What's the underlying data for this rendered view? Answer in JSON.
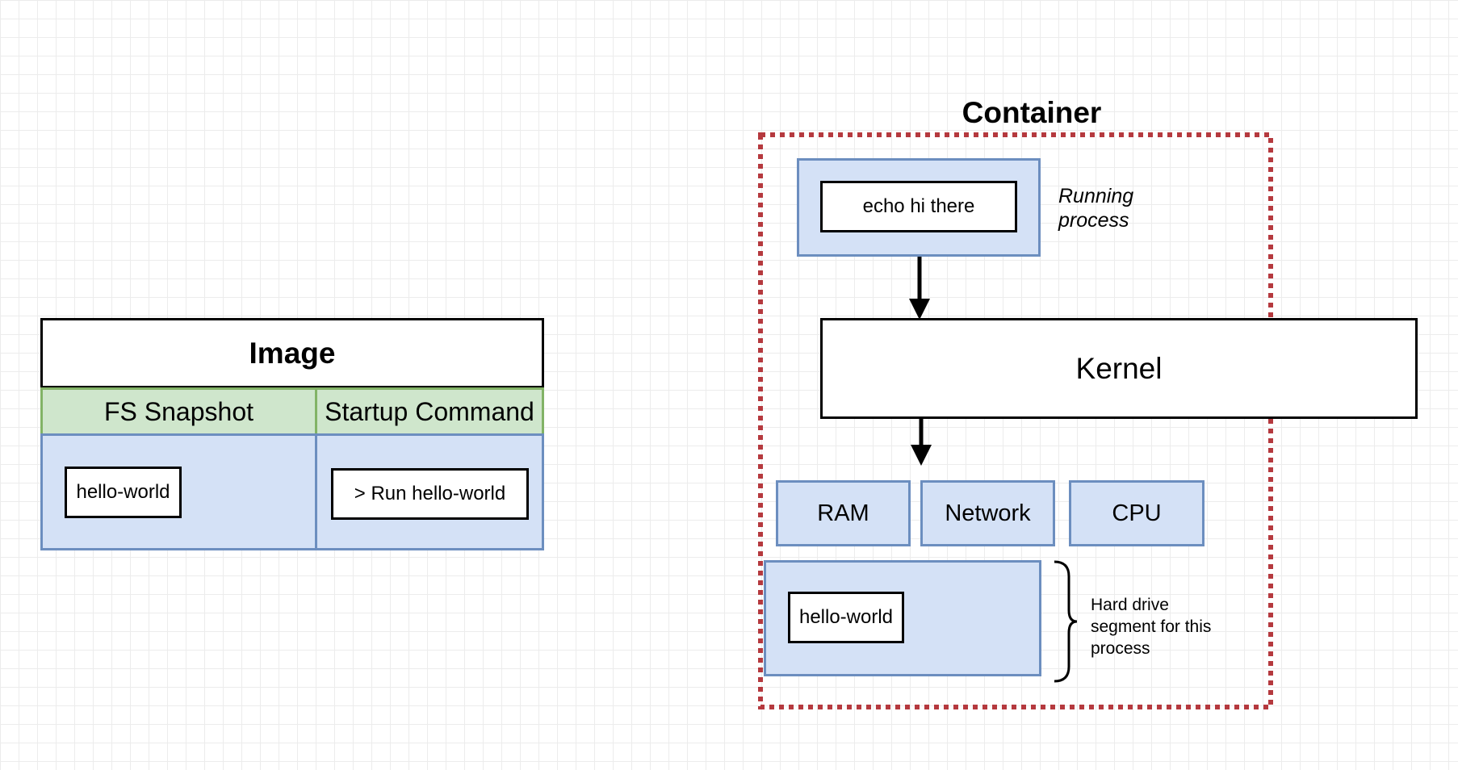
{
  "image": {
    "title": "Image",
    "fs_snapshot_label": "FS Snapshot",
    "startup_command_label": "Startup Command",
    "fs_content": "hello-world",
    "startup_content": "> Run hello-world"
  },
  "container": {
    "title": "Container",
    "process": "echo hi there",
    "process_note": "Running\nprocess",
    "kernel": "Kernel",
    "resources": [
      "RAM",
      "Network",
      "CPU"
    ],
    "drive_content": "hello-world",
    "drive_note": "Hard drive\nsegment for this\nprocess"
  },
  "colors": {
    "blue_fill": "#d4e1f6",
    "blue_stroke": "#6c8ebf",
    "green_fill": "#cfe6cc",
    "green_stroke": "#82b366",
    "container_border": "#b5393e"
  }
}
